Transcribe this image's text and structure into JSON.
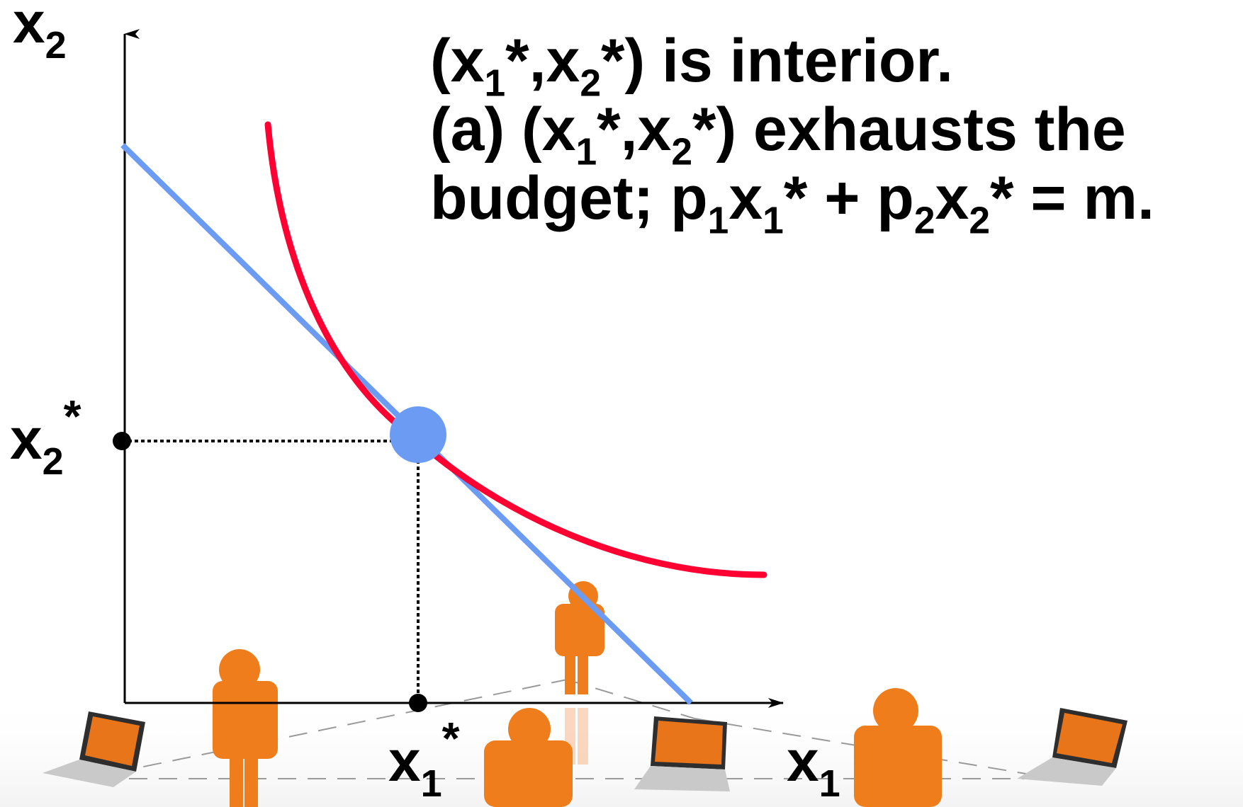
{
  "caption": {
    "line1": {
      "open": "(x",
      "s1": "1",
      "mid1": "*,x",
      "s2": "2",
      "end": "*) is interior."
    },
    "line2": {
      "open": "(a) (x",
      "s1": "1",
      "mid1": "*,x",
      "s2": "2",
      "end": "*) exhausts the"
    },
    "line3": {
      "open": "budget; p",
      "s1": "1",
      "mid1": "x",
      "s2": "1",
      "mid2": "* + p",
      "s3": "2",
      "mid3": "x",
      "s4": "2",
      "end": "* = m."
    }
  },
  "axes": {
    "y_label": {
      "main": "x",
      "sub": "2"
    },
    "x_label": {
      "main": "x",
      "sub": "1"
    },
    "x2_star": {
      "main": "x",
      "sub": "2",
      "sup": "*"
    },
    "x1_star": {
      "main": "x",
      "sub": "1",
      "sup": "*"
    }
  },
  "colors": {
    "budget_line": "#6b9bf2",
    "indifference_curve": "#ff0033",
    "optimum_point": "#6b9bf2",
    "figure": "#f07d1c",
    "laptop": "#e8751a"
  },
  "icons": [
    "person-figure",
    "laptop",
    "network-line"
  ]
}
